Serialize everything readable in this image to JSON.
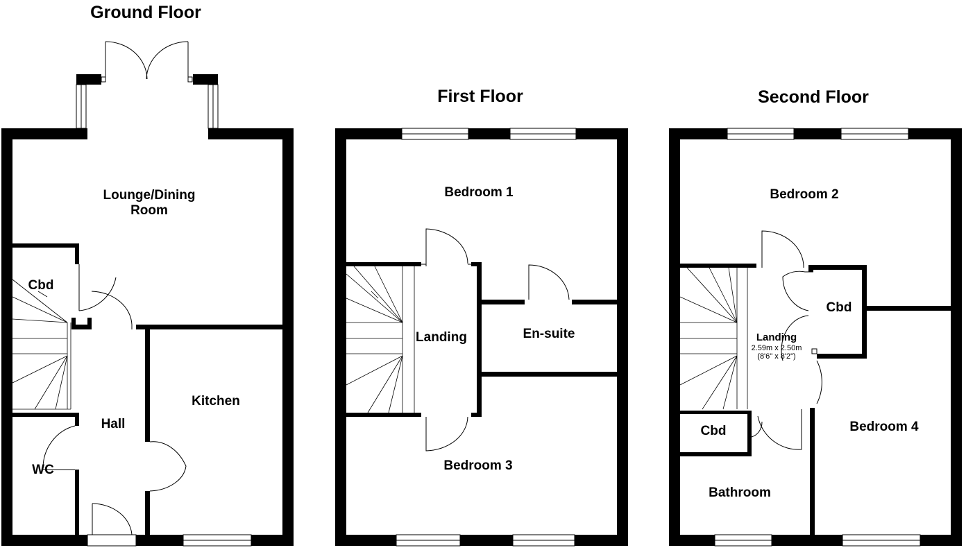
{
  "floors": {
    "ground": {
      "title": "Ground Floor",
      "rooms": {
        "lounge_line1": "Lounge/Dining",
        "lounge_line2": "Room",
        "cbd": "Cbd",
        "hall": "Hall",
        "kitchen": "Kitchen",
        "wc": "WC"
      }
    },
    "first": {
      "title": "First Floor",
      "rooms": {
        "bedroom1": "Bedroom 1",
        "landing": "Landing",
        "ensuite": "En-suite",
        "bedroom3": "Bedroom 3"
      }
    },
    "second": {
      "title": "Second Floor",
      "rooms": {
        "bedroom2": "Bedroom 2",
        "cbd_upper": "Cbd",
        "landing": "Landing",
        "landing_metric": "2.59m x 2.50m",
        "landing_imperial": "(8'6\" x 8'2\")",
        "cbd_lower": "Cbd",
        "bathroom": "Bathroom",
        "bedroom4": "Bedroom 4"
      }
    }
  },
  "colors": {
    "wall": "#000000",
    "background": "#ffffff"
  }
}
